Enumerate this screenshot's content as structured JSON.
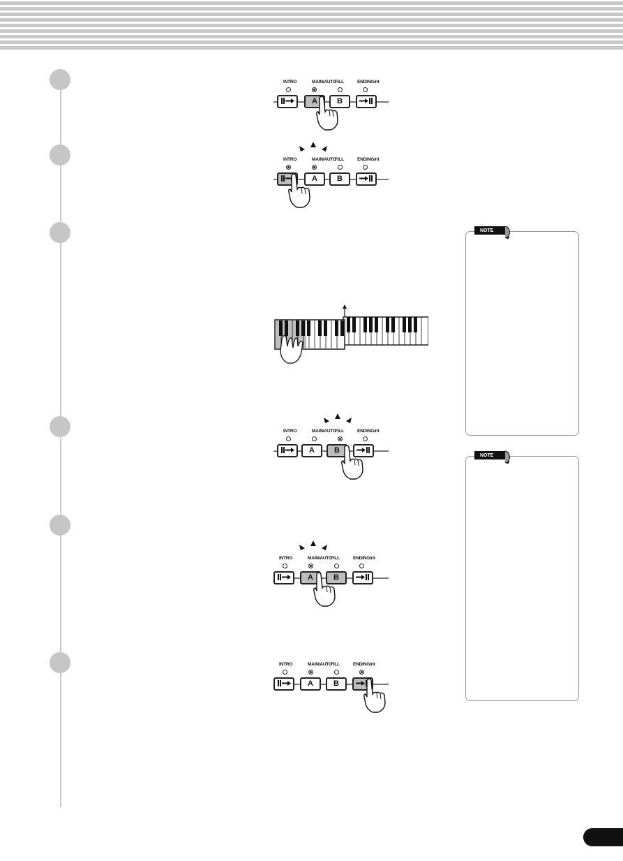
{
  "panel_labels": {
    "intro": "INTRO",
    "main_auto": "MAIN/AUTO",
    "fill": "FILL",
    "ending": "ENDING/rit",
    "section_a": "A",
    "section_b": "B"
  },
  "notes": [
    {
      "label": "NOTE"
    },
    {
      "label": "NOTE"
    }
  ],
  "colors": {
    "header_stripe": "#c8c8c8",
    "step_circle": "#c6c6c6",
    "pressed_button": "#bdbdbd",
    "page_tab": "#111111"
  },
  "icons": [
    "hand-pointer-icon",
    "flash-indicator-icon",
    "keyboard-split-arrow-icon"
  ]
}
